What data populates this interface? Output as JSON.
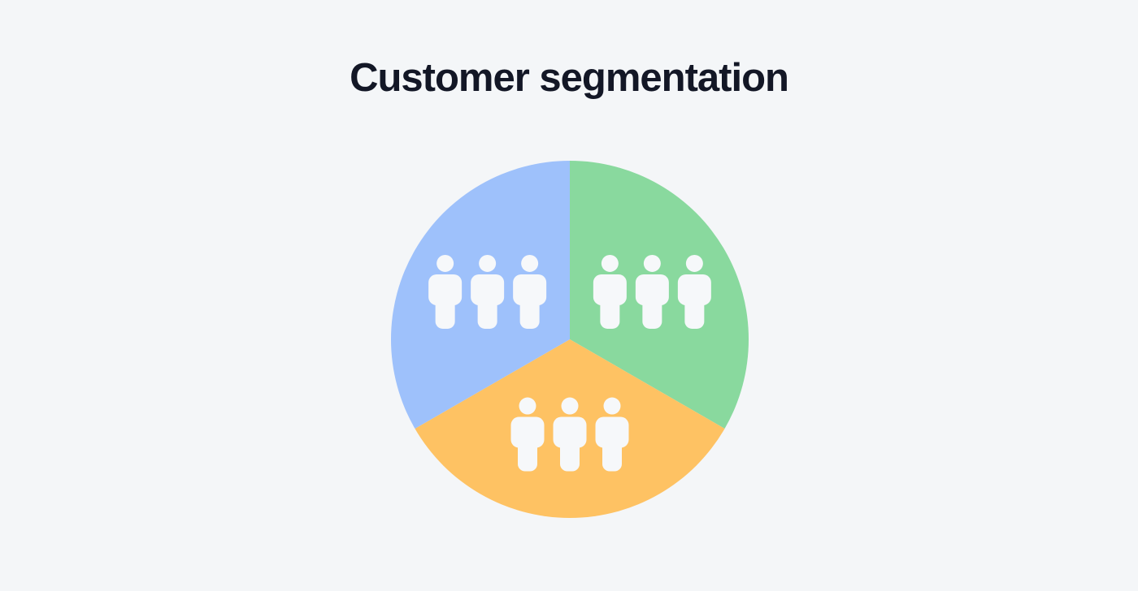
{
  "page": {
    "title": "Customer segmentation",
    "background_color": "#f4f6f8",
    "title_color": "#131726"
  },
  "chart_data": {
    "type": "pie",
    "title": "Customer segmentation",
    "subtitle": "",
    "legend": "none",
    "data_labels": "none",
    "start_angle_deg": 0,
    "direction": "clockwise",
    "icon_color": "#f6f8fa",
    "segments": [
      {
        "id": "segment-green",
        "position": "upper-right",
        "color_name": "green",
        "color": "#89d99e",
        "value": 1,
        "share_pct": 33.3,
        "people_icon_count": 3
      },
      {
        "id": "segment-orange",
        "position": "bottom",
        "color_name": "orange",
        "color": "#fec263",
        "value": 1,
        "share_pct": 33.3,
        "people_icon_count": 3
      },
      {
        "id": "segment-blue",
        "position": "upper-left",
        "color_name": "blue",
        "color": "#9ec1fb",
        "value": 1,
        "share_pct": 33.3,
        "people_icon_count": 3
      }
    ]
  }
}
